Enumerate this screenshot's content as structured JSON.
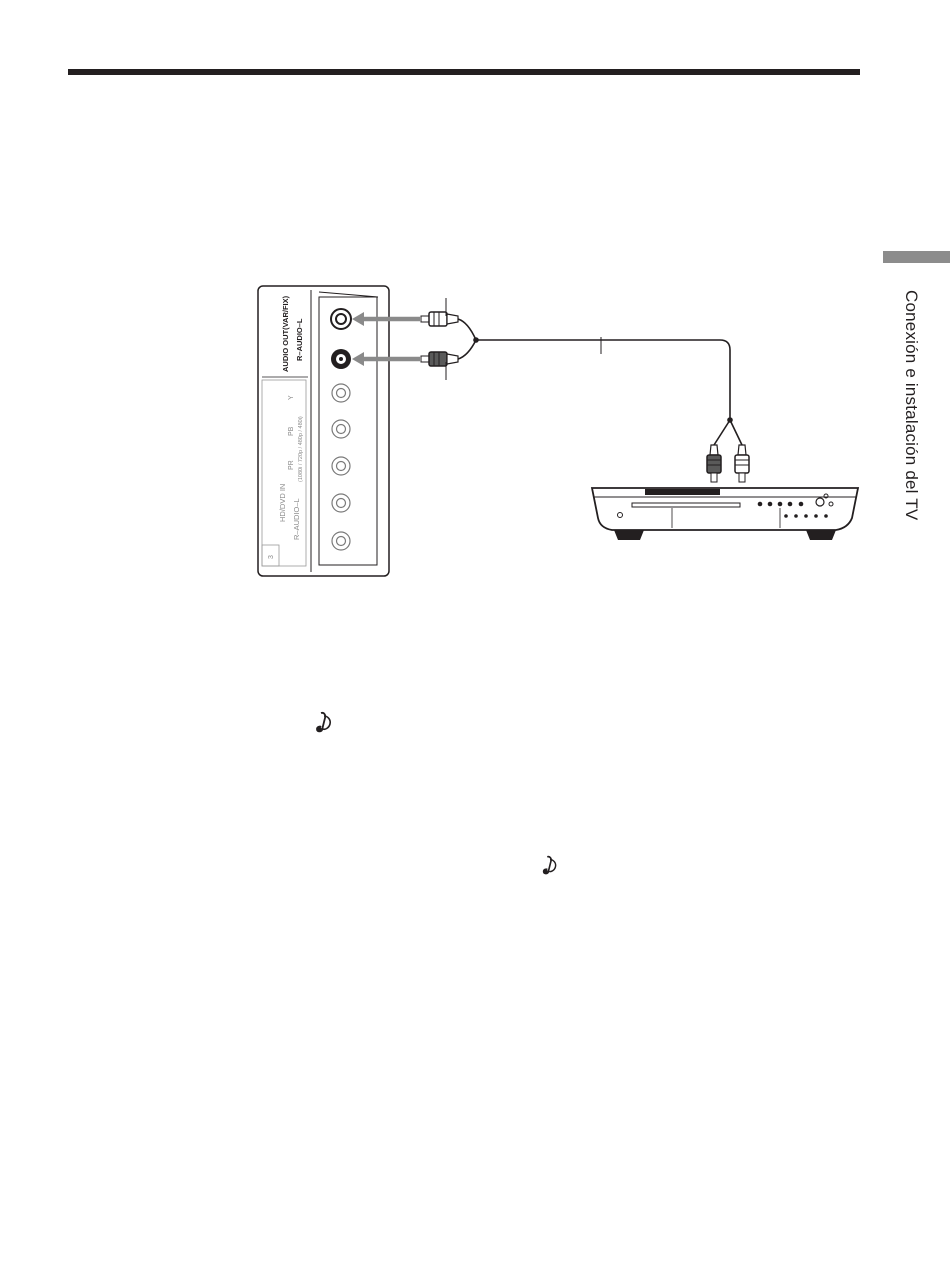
{
  "page": {
    "side_label": "Conexión e instalación del TV"
  },
  "panel": {
    "audio_out_label": "AUDIO OUT(VAR/FIX)",
    "audio_out_channels": "R–AUDIO–L",
    "input_number": "3",
    "input_name": "HD/DVD IN",
    "input_audio": "R–AUDIO–L",
    "label_pr": "PR",
    "label_pb": "PB",
    "label_y": "Y",
    "resolutions": "(1080i / 720p / 480p / 480i)"
  },
  "icons": {
    "note": "hint-note-icon",
    "device": "audio-receiver-icon"
  },
  "colors": {
    "ink": "#231f20",
    "arrow": "#8a8a8a",
    "tab": "#8c8c8c"
  }
}
